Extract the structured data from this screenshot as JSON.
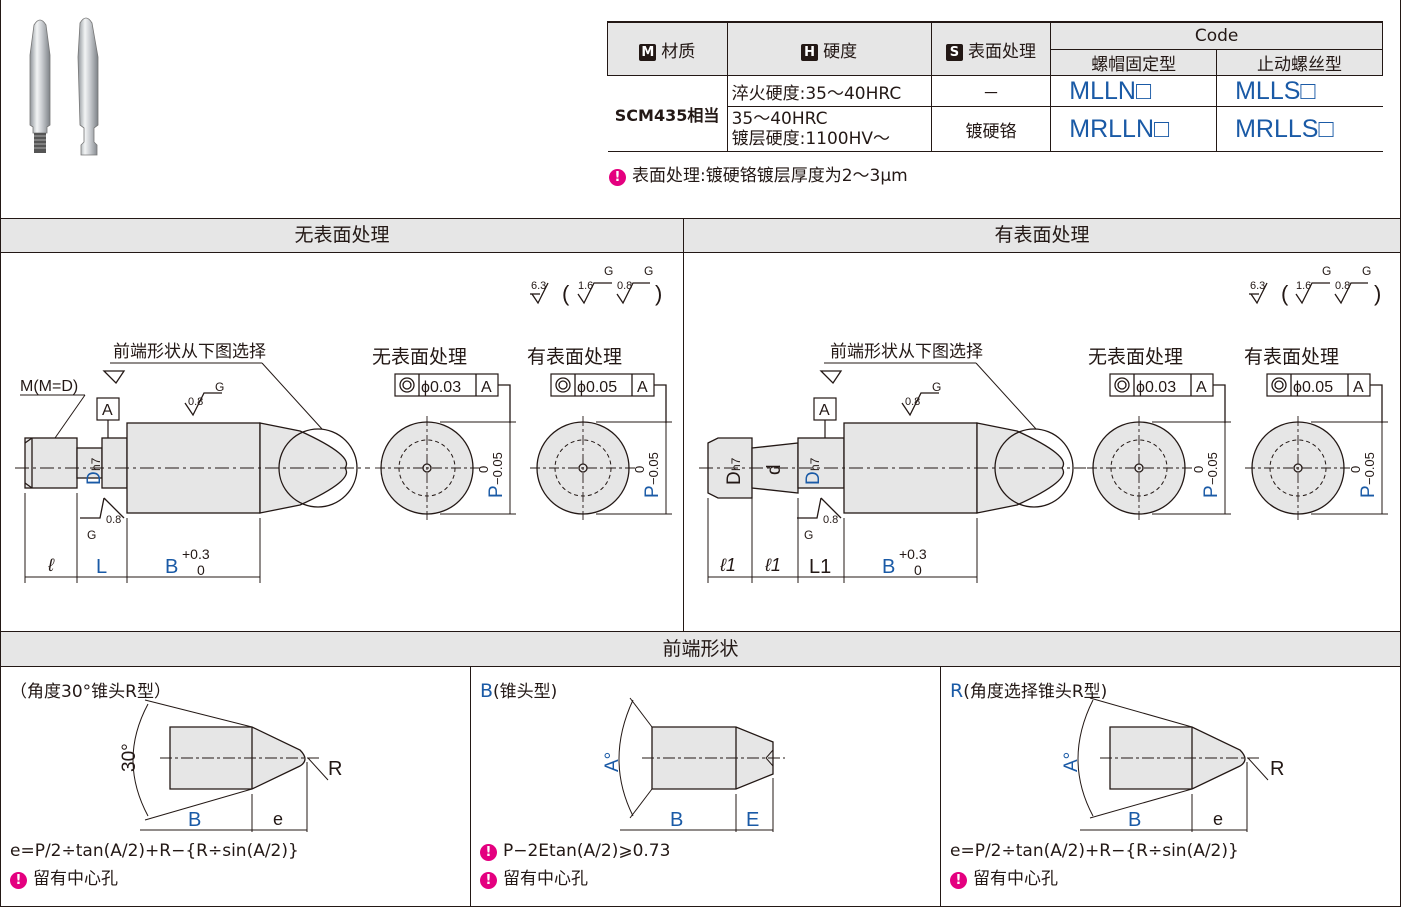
{
  "table": {
    "col_material": "材质",
    "col_hardness": "硬度",
    "col_surface": "表面处理",
    "col_code": "Code",
    "col_code_a": "螺帽固定型",
    "col_code_b": "止动螺丝型",
    "badge_m": "M",
    "badge_h": "H",
    "badge_s": "S",
    "material": "SCM435相当",
    "row1_hardness": "淬火硬度:35～40HRC",
    "row1_surface": "－",
    "row1_code_a": "MLLN□",
    "row1_code_b": "MLLS□",
    "row2_hardness_1": "35～40HRC",
    "row2_hardness_2": "镀层硬度:1100HV～",
    "row2_surface": "镀硬铬",
    "row2_code_a": "MRLLN□",
    "row2_code_b": "MRLLS□"
  },
  "note_plating": "表面处理:镀硬铬镀层厚度为2～3μm",
  "sections": {
    "left_title": "无表面处理",
    "right_title": "有表面处理",
    "tip_title": "前端形状"
  },
  "drawing": {
    "roughness_main": "6.3",
    "roughness_a": "1.6",
    "roughness_b": "0.8",
    "roughness_g": "G",
    "tip_callout": "前端形状从下图选择",
    "thread_label": "M(M=D)",
    "datum": "A",
    "label_no_treat": "无表面处理",
    "label_treat": "有表面处理",
    "tol_no_treat": "ϕ0.03",
    "tol_treat": "ϕ0.05",
    "dim_D": "D",
    "dim_h7": "h7",
    "dim_d": "d",
    "dim_P": "P",
    "dim_P_tol_upper": "0",
    "dim_P_tol_lower": "−0.05",
    "dim_l": "ℓ",
    "dim_l1": "ℓ1",
    "dim_L": "L",
    "dim_L1": "L1",
    "dim_B": "B",
    "dim_B_tol_upper": "+0.3",
    "dim_B_tol_lower": "0"
  },
  "tips": {
    "t1_title": "（角度30°锥头R型）",
    "t1_angle": "30°",
    "t1_formula": "e=P/2÷tan(A/2)+R−{R÷sin(A/2)}",
    "t1_note": "留有中心孔",
    "t2_letter": "B",
    "t2_title": "(锥头型)",
    "t2_angle": "A°",
    "t2_formula": "P−2Etan(A/2)⩾0.73",
    "t2_note": "留有中心孔",
    "t3_letter": "R",
    "t3_title": "(角度选择锥头R型)",
    "t3_angle": "A°",
    "t3_formula": "e=P/2÷tan(A/2)+R−{R÷sin(A/2)}",
    "t3_note": "留有中心孔",
    "dim_B": "B",
    "dim_e": "e",
    "dim_E": "E",
    "dim_R": "R"
  }
}
